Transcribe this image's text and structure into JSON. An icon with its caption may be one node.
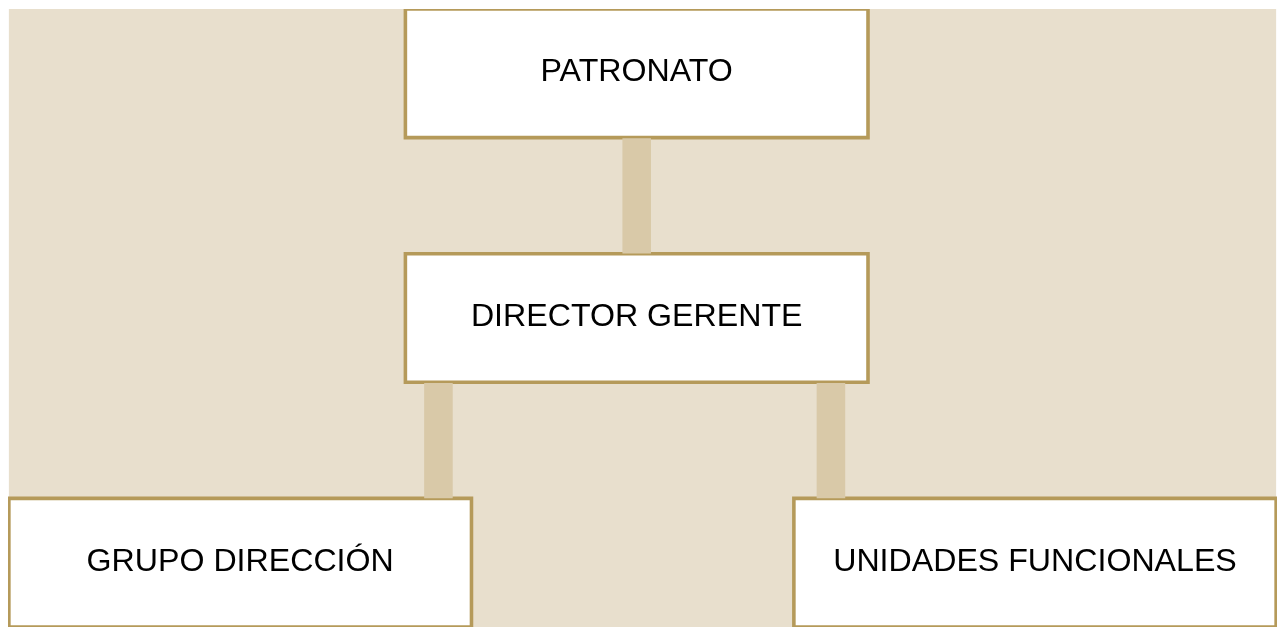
{
  "diagram": {
    "nodes": [
      {
        "text": [
          "PATRONATO"
        ]
      },
      {
        "text": [
          "DIRECTOR GERENTE"
        ]
      },
      {
        "text": [
          "GRUPO DIRECCIÓN"
        ]
      },
      {
        "text": [
          "UNIDADES FUNCIONALES"
        ]
      }
    ],
    "edges": [
      {
        "from": 0,
        "to": 1,
        "arrow": "none"
      },
      {
        "from": 1,
        "to": 2,
        "arrow": "none"
      },
      {
        "from": 1,
        "to": 3,
        "arrow": "none"
      }
    ]
  }
}
